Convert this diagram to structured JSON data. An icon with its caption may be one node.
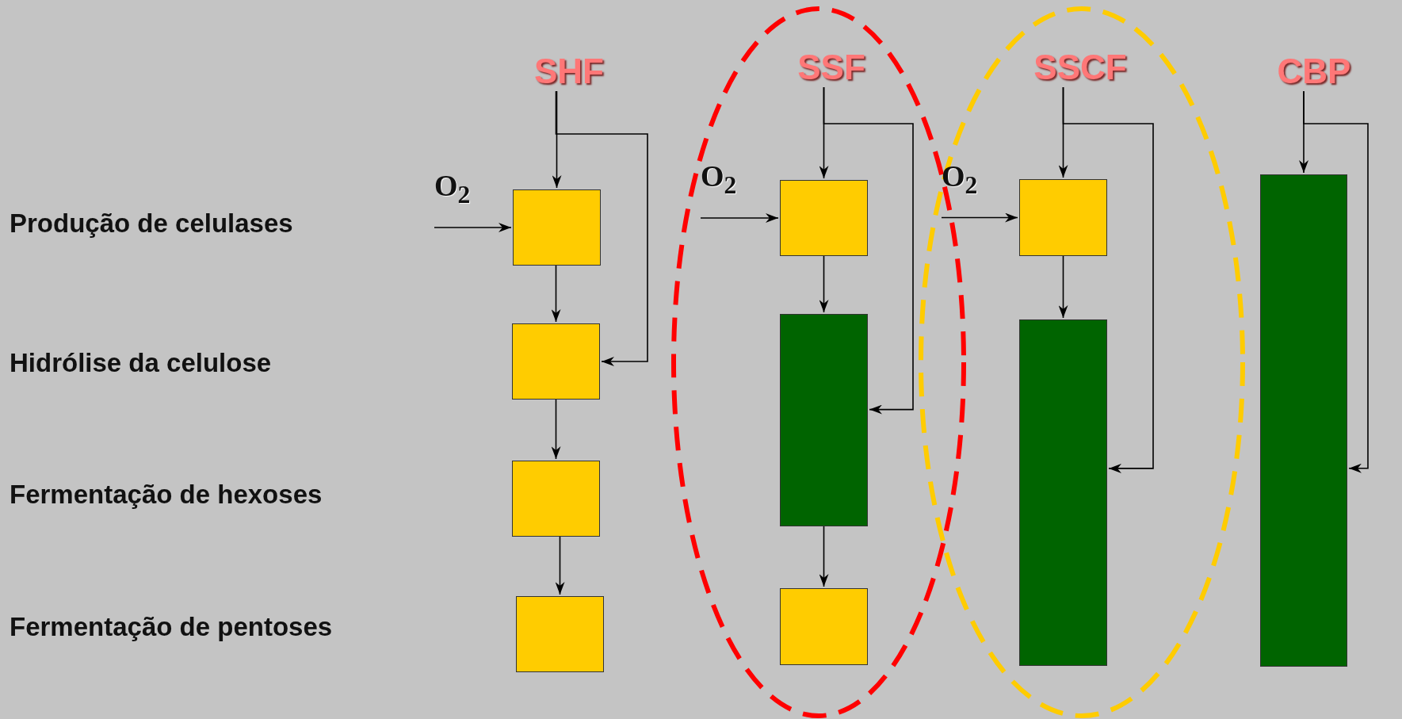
{
  "diagram": {
    "nodes": [
      {
        "text": [
          "SHF"
        ]
      },
      {
        "text": [
          "O$_{2}$"
        ]
      },
      {
        "text": [],
        "shape": "box"
      },
      {
        "text": [],
        "shape": "box"
      },
      {
        "text": [],
        "shape": "box"
      },
      {
        "text": [],
        "shape": "box"
      },
      {
        "text": [
          "SSF"
        ]
      },
      {
        "text": [
          "O$_{2}$"
        ]
      },
      {
        "text": [],
        "shape": "box"
      },
      {
        "text": [],
        "shape": "bar"
      },
      {
        "text": [],
        "shape": "box"
      },
      {
        "text": [
          "SSCF"
        ]
      },
      {
        "text": [
          "O$_{2}$"
        ]
      },
      {
        "text": [],
        "shape": "box"
      },
      {
        "text": [],
        "shape": "bar"
      },
      {
        "text": [
          "CBP"
        ]
      },
      {
        "text": [],
        "shape": "bar"
      }
    ],
    "edges": [
      {
        "from": 0,
        "to": 2,
        "arrow": "to"
      },
      {
        "from": 0,
        "to": 3,
        "arrow": "to"
      },
      {
        "from": 1,
        "to": 2,
        "arrow": "to"
      },
      {
        "from": 2,
        "to": 3,
        "arrow": "to"
      },
      {
        "from": 3,
        "to": 4,
        "arrow": "to"
      },
      {
        "from": 4,
        "to": 5,
        "arrow": "to"
      },
      {
        "from": 6,
        "to": 8,
        "arrow": "to"
      },
      {
        "from": 6,
        "to": 9,
        "arrow": "to"
      },
      {
        "from": 7,
        "to": 8,
        "arrow": "to"
      },
      {
        "from": 8,
        "to": 9,
        "arrow": "to"
      },
      {
        "from": 9,
        "to": 10,
        "arrow": "to"
      },
      {
        "from": 11,
        "to": 13,
        "arrow": "to"
      },
      {
        "from": 11,
        "to": 14,
        "arrow": "to"
      },
      {
        "from": 12,
        "to": 13,
        "arrow": "to"
      },
      {
        "from": 13,
        "to": 14,
        "arrow": "to"
      },
      {
        "from": 15,
        "to": 16,
        "arrow": "to"
      },
      {
        "from": 15,
        "to": 16,
        "arrow": "to"
      }
    ],
    "labels": [
      "Produção de celulases",
      "Hidrólise da celulose",
      "Fermentação de hexoses",
      "Fermentação de pentoses"
    ]
  }
}
